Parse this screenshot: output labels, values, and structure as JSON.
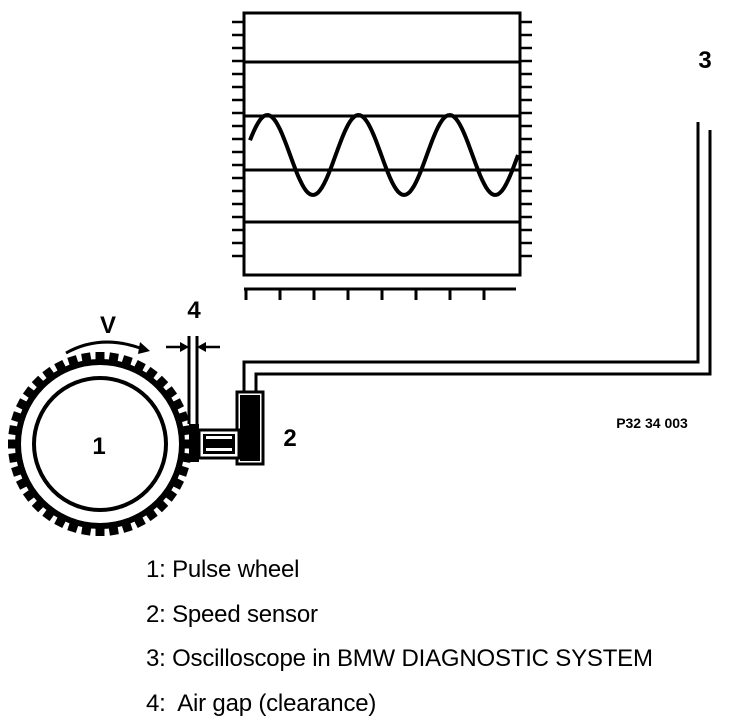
{
  "callouts": {
    "wheel": "1",
    "sensor": "2",
    "oscilloscope": "3",
    "air_gap": "4",
    "velocity": "V"
  },
  "reference_code": "P32 34 003",
  "legend": [
    "1: Pulse wheel",
    "2: Speed sensor",
    "3: Oscilloscope in BMW DIAGNOSTIC SYSTEM",
    "4:  Air gap (clearance)"
  ],
  "waveform": {
    "cycles": 3,
    "shape": "sine"
  },
  "pulse_wheel": {
    "tooth_count": 40
  },
  "colors": {
    "ink": "#000000",
    "paper": "#ffffff"
  }
}
